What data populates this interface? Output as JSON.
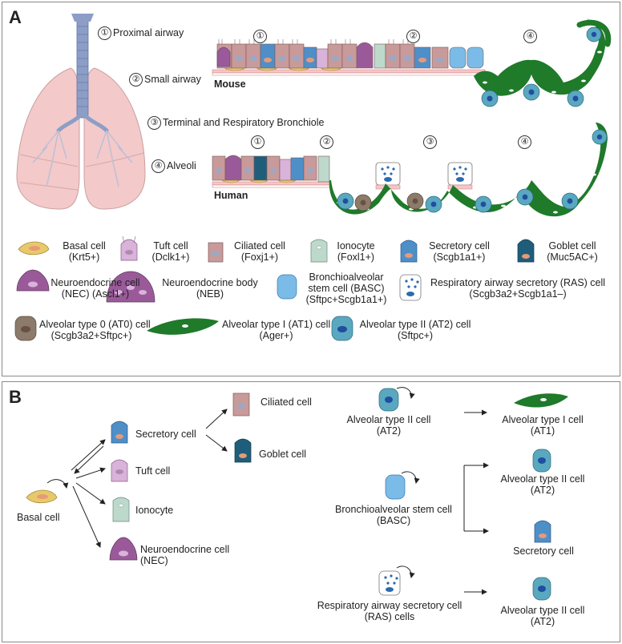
{
  "panel_a": {
    "letter": "A",
    "regions": [
      {
        "num": "①",
        "label": "Proximal airway"
      },
      {
        "num": "②",
        "label": "Small airway"
      },
      {
        "num": "③",
        "label": "Terminal and Respiratory Bronchiole"
      },
      {
        "num": "④",
        "label": "Alveoli"
      }
    ],
    "mouse_label": "Mouse",
    "human_label": "Human",
    "mouse_markers": [
      "①",
      "②",
      "④"
    ],
    "human_markers": [
      "①",
      "②",
      "③",
      "④"
    ],
    "legend": [
      {
        "name": "Basal cell",
        "marker": "(Krt5+)",
        "icon": "basal-cell-icon"
      },
      {
        "name": "Tuft cell",
        "marker": "(Dclk1+)",
        "icon": "tuft-cell-icon"
      },
      {
        "name": "Ciliated cell",
        "marker": "(Foxj1+)",
        "icon": "ciliated-cell-icon"
      },
      {
        "name": "Ionocyte",
        "marker": "(Foxl1+)",
        "icon": "ionocyte-icon"
      },
      {
        "name": "Secretory cell",
        "marker": "(Scgb1a1+)",
        "icon": "secretory-cell-icon"
      },
      {
        "name": "Goblet cell",
        "marker": "(Muc5AC+)",
        "icon": "goblet-cell-icon"
      },
      {
        "name": "Neuroendocrine cell",
        "marker": "(NEC) (Ascl1+)",
        "icon": "neuroendocrine-cell-icon"
      },
      {
        "name": "Neuroendocrine body",
        "marker": "(NEB)",
        "icon": "neuroendocrine-body-icon"
      },
      {
        "name": "Bronchioalveolar",
        "marker": "stem cell (BASC)",
        "extra": "(Sftpc+Scgb1a1+)",
        "icon": "basc-icon"
      },
      {
        "name": "Respiratory airway secretory (RAS) cell",
        "marker": "(Scgb3a2+Scgb1a1–)",
        "icon": "ras-cell-icon"
      },
      {
        "name": "Alveolar type 0 (AT0) cell",
        "marker": "(Scgb3a2+Sftpc+)",
        "icon": "at0-cell-icon"
      },
      {
        "name": "Alveolar type  I (AT1) cell",
        "marker": "(Ager+)",
        "icon": "at1-cell-icon"
      },
      {
        "name": "Alveolar type II (AT2) cell",
        "marker": "(Sftpc+)",
        "icon": "at2-cell-icon"
      }
    ],
    "colors": {
      "basal": "#e8c96a",
      "tuft": "#d9b3d9",
      "ciliated": "#c99a9a",
      "ionocyte": "#bcd9cc",
      "secretory": "#4f8fc8",
      "goblet": "#1f5e7a",
      "nec": "#9a5a9a",
      "basc": "#7bbbe8",
      "at0": "#8c7a6a",
      "at1": "#1f7a2a",
      "at2": "#5aa8c0",
      "lung": "#f3c9c9",
      "trachea": "#8c9ec6"
    }
  },
  "panel_b": {
    "letter": "B",
    "basal_cell": "Basal cell",
    "secretory_cell": "Secretory cell",
    "tuft_cell": "Tuft cell",
    "ionocyte": "Ionocyte",
    "nec_line1": "Neuroendocrine cell",
    "nec_line2": "(NEC)",
    "ciliated_cell": "Ciliated cell",
    "goblet_cell": "Goblet cell",
    "at2_source_line1": "Alveolar type II cell",
    "at2_source_line2": "(AT2)",
    "at1_target_line1": "Alveolar type I cell",
    "at1_target_line2": "(AT1)",
    "basc_line1": "Bronchioalveolar stem cell",
    "basc_line2": "(BASC)",
    "at2_target_line1": "Alveolar type II cell",
    "at2_target_line2": "(AT2)",
    "secretory_target": "Secretory cell",
    "ras_line1": "Respiratory airway secretory cell",
    "ras_line2": "(RAS) cells",
    "at2_ras_target_line1": "Alveolar type II cell",
    "at2_ras_target_line2": "(AT2)"
  }
}
